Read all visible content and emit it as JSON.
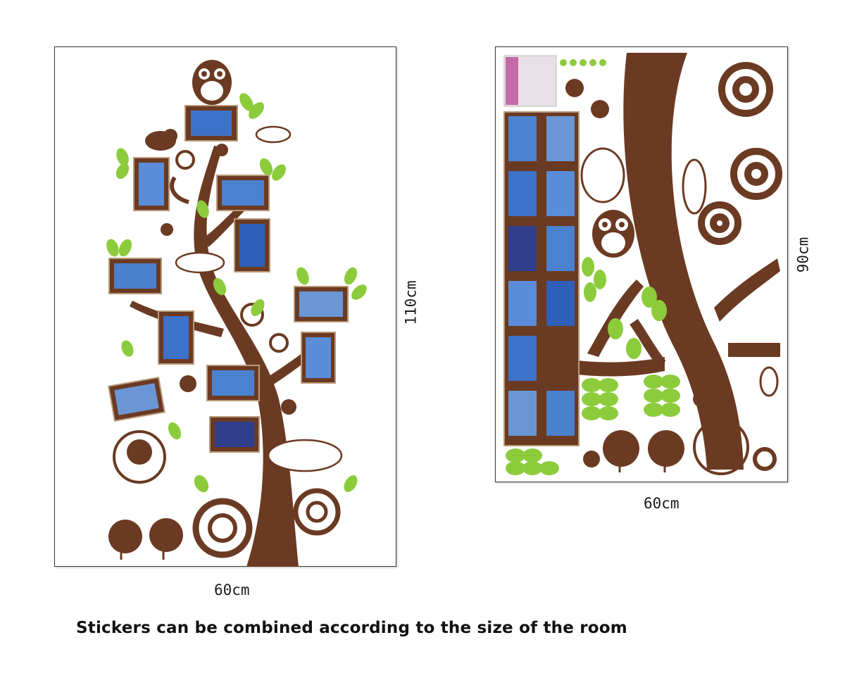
{
  "colors": {
    "brown": "#6b3a22",
    "leaf_green": "#8ccc3c",
    "frame_border": "#b89a7a",
    "photo_sky": "#3e72c8"
  },
  "left_sheet": {
    "width_label": "60cm",
    "height_label": "110cm",
    "icons": [
      "owl-icon",
      "bird-icon",
      "leaf-icon",
      "flower-icon",
      "cloud-icon",
      "photo-frame-icon"
    ]
  },
  "right_sheet": {
    "width_label": "60cm",
    "height_label": "90cm",
    "icons": [
      "owl-icon",
      "bird-icon",
      "leaf-icon",
      "flower-icon",
      "cloud-icon",
      "swirl-icon",
      "photo-frame-icon"
    ]
  },
  "caption": "Stickers can be combined according to the size of the room"
}
